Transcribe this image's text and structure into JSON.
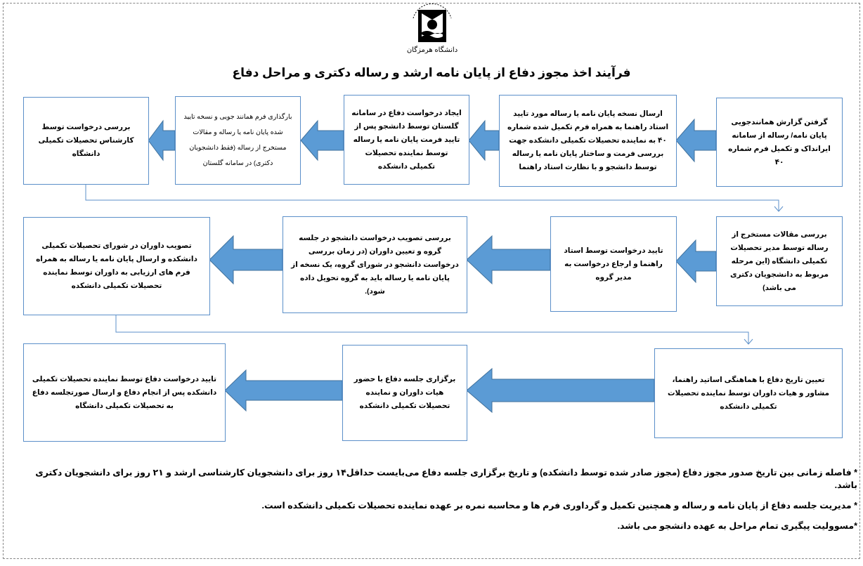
{
  "logo": {
    "university_name": "دانشگاه هرمزگان",
    "arc_text": "وزارت علوم، تحقیقات و فناوری"
  },
  "title": "فرآیند اخذ مجوز دفاع از پایان نامه ارشد و رساله دکتری و مراحل دفاع",
  "colors": {
    "arrow_fill": "#5b9bd5",
    "arrow_stroke": "#41719c",
    "box_border": "#5b8fc9"
  },
  "steps": [
    "گرفتن گزارش همانندجویی  پایان نامه/ رساله از سامانه ایرانداک و تکمیل فرم شماره ۴۰",
    "ارسال نسخه پایان نامه یا رساله مورد تایید استاد راهنما به همراه فرم تکمیل شده شماره ۴۰ به نماینده تحصیلات تکمیلی دانشکده جهت بررسی فرمت و ساختار پایان نامه یا رساله توسط دانشجو و با نظارت استاد راهنما",
    "ایجاد درخواست دفاع در سامانه گلستان توسط دانشجو پس از تایید فرمت پایان نامه یا رساله توسط نماینده تحصیلات تکمیلی دانشکده",
    "بارگذاری فرم همانند جویی و نسخه تایید شده پایان نامه یا رساله و مقالات مستخرج از رساله (فقط دانشجویان دکتری) در سامانه گلستان",
    "بررسی درخواست توسط کارشناس تحصیلات تکمیلی دانشگاه",
    "بررسی مقالات مستخرج از رساله توسط مدیر تحصیلات تکمیلی دانشگاه (این مرحله مربوط به دانشجویان دکتری می باشد)",
    "تایید درخواست توسط استاد راهنما و ارجاع درخواست به مدیر گروه",
    "بررسی تصویب درخواست دانشجو در جلسه گروه و تعیین داوران (در زمان بررسی درخواست دانشجو در شورای گروه، یک نسخه از پایان نامه یا رساله باید به گروه تحویل داده شود).",
    "تصویب داوران در شورای تحصیلات تکمیلی دانشکده و ارسال پایان نامه یا رساله به همراه فرم های ارزیابی به داوران توسط نماینده تحصیلات تکمیلی دانشکده",
    "تعیین تاریخ دفاع با هماهنگی اساتید راهنما، مشاور و هیات داوران توسط نماینده تحصیلات تکمیلی دانشکده",
    "برگزاری جلسه دفاع با حضور هیات داوران و نماینده تحصیلات تکمیلی دانشکده",
    "تایید درخواست دفاع توسط نماینده تحصیلات تکمیلی دانشکده پس از انجام دفاع و ارسال صورتجلسه دفاع به تحصیلات تکمیلی دانشگاه"
  ],
  "notes": [
    "* فاصله زمانی بین تاریخ صدور مجوز دفاع (مجوز صادر شده توسط دانشکده) و تاریخ برگزاری جلسه دفاع می‌بایست حداقل۱۴ روز برای دانشجویان کارشناسی ارشد و ۲۱ روز برای دانشجویان دکتری باشد.",
    "* مدیریت جلسه دفاع از پایان نامه و رساله و همچنین تکمیل و گرداوری فرم ها و محاسبه نمره بر عهده نماینده تحصیلات تکمیلی دانشکده است.",
    "*مسوولیت پیگیری تمام مراحل به عهده دانشجو می باشد."
  ]
}
